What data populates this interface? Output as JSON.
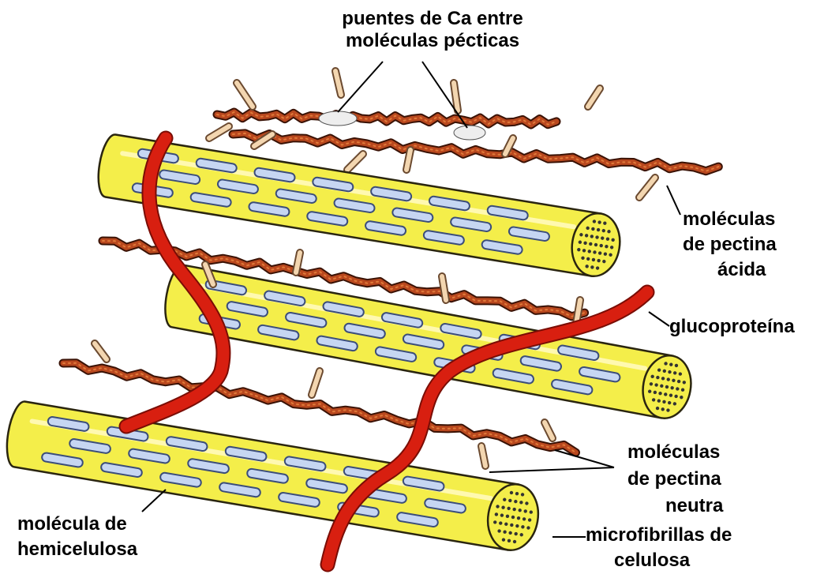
{
  "colors": {
    "cellulose": "#f4ee4a",
    "cellulose_edge": "#2a2510",
    "hemicellulose": "#c6d6f2",
    "pectin": "#b9481e",
    "glycoprotein": "#d81f10",
    "background": "#ffffff"
  },
  "labels": {
    "ca_bridges_line1": "puentes de Ca entre",
    "ca_bridges_line2": "moléculas pécticas",
    "acid_pectin_line1": "moléculas",
    "acid_pectin_line2": "de pectina",
    "acid_pectin_line3": "ácida",
    "glycoprotein": "glucoproteína",
    "neutral_pectin_line1": "moléculas",
    "neutral_pectin_line2": "de pectina",
    "neutral_pectin_line3": "neutra",
    "hemicellulose_line1": "molécula de",
    "hemicellulose_line2": "hemicelulosa",
    "microfibrils_line1": "microfibrillas de",
    "microfibrils_line2": "celulosa"
  }
}
